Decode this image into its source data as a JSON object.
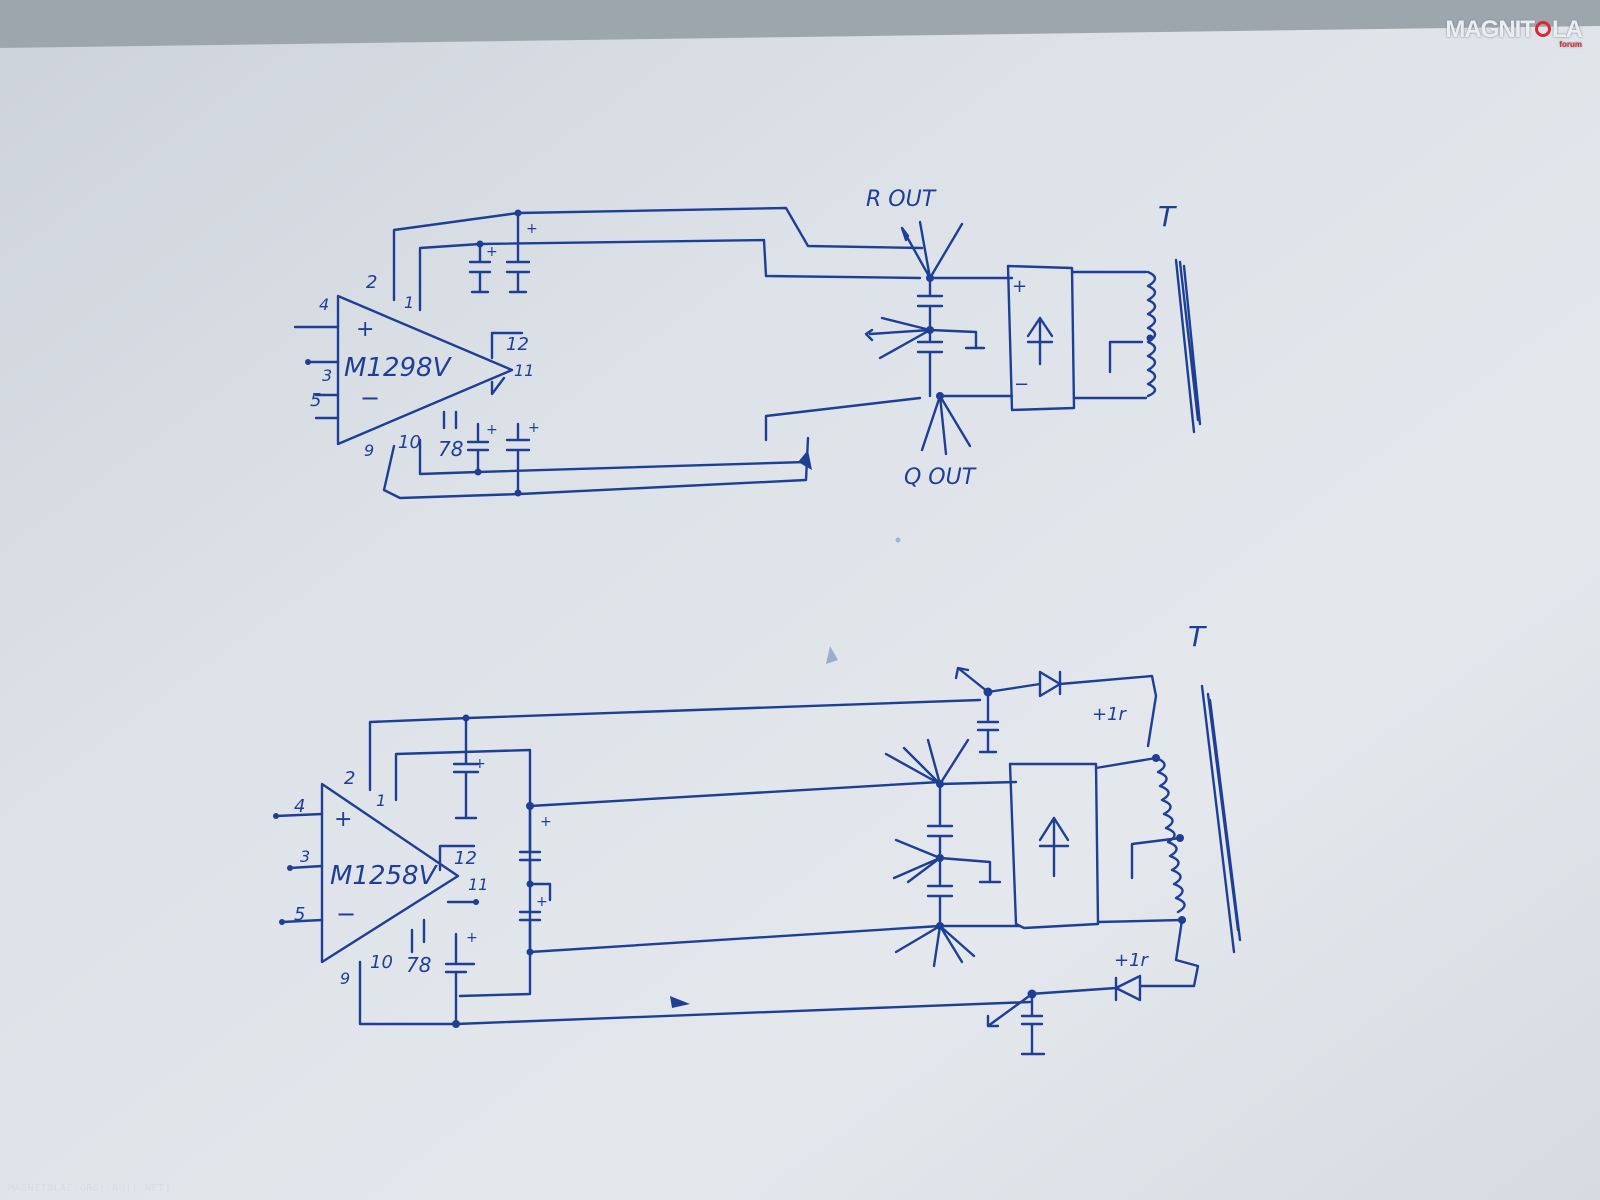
{
  "brand": {
    "text_left": "MAGNIT",
    "text_right": "LA",
    "sub": "forum",
    "o_color": "#d9282f"
  },
  "footer": {
    "text": "MAGNITOLAC.ORG[.RU][.NET]"
  },
  "ink_color": "#1e3f93",
  "circuit_top": {
    "chip": "M1298V",
    "pins": {
      "p1": "1",
      "p2": "2",
      "p3": "3",
      "p4": "4",
      "p5": "5",
      "p9": "9",
      "p10": "10",
      "p78": "78",
      "p11": "11",
      "p12": "12"
    },
    "plus": "+",
    "minus": "−",
    "r_out": "R OUT",
    "q_out": "Q OUT",
    "t": "T"
  },
  "circuit_bottom": {
    "chip": "M1258V",
    "pins": {
      "p1": "1",
      "p2": "2",
      "p3": "3",
      "p4": "4",
      "p5": "5",
      "p9": "9",
      "p10": "10",
      "p78": "78",
      "p11": "11",
      "p12": "12"
    },
    "plus": "+",
    "minus": "−",
    "c_top": "+1r",
    "c_bot": "+1r",
    "t": "T"
  }
}
